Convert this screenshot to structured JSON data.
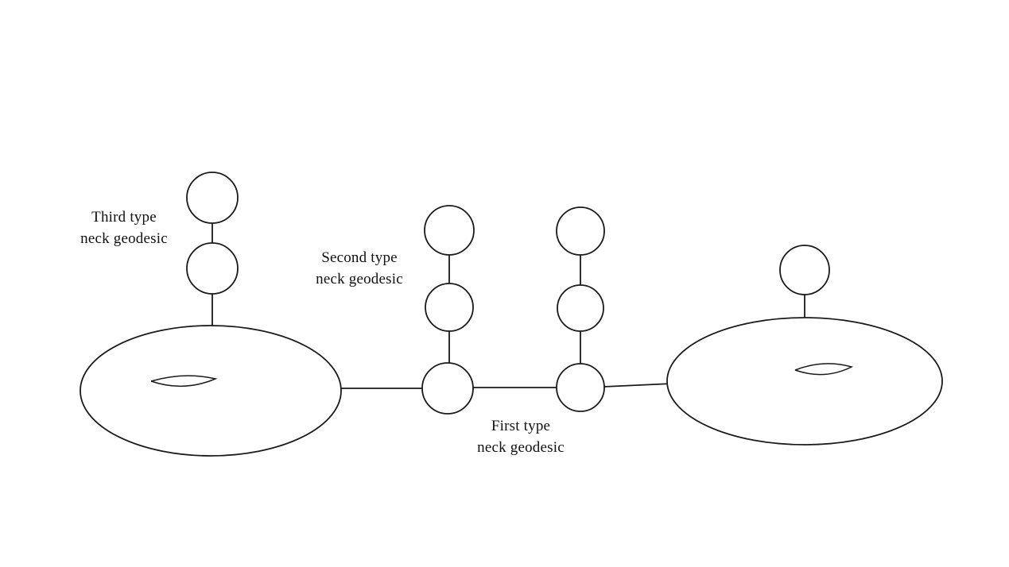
{
  "figure": {
    "title": "Surface with neck geodesics diagram",
    "background_color": "#ffffff",
    "stroke_color": "#1a1a1a",
    "labels": {
      "third_type": "Third type\nneck geodesic",
      "second_type": "Second type\nneck geodesic",
      "first_type": "First type\nneck geodesic"
    },
    "components": {
      "left_surface": "torus (large ellipse with handle curve)",
      "right_surface": "torus (large ellipse with handle curve)",
      "left_chain_spheres": 2,
      "middle_left_chain_spheres": 3,
      "middle_right_chain_spheres": 3,
      "right_chain_spheres": 1
    }
  }
}
